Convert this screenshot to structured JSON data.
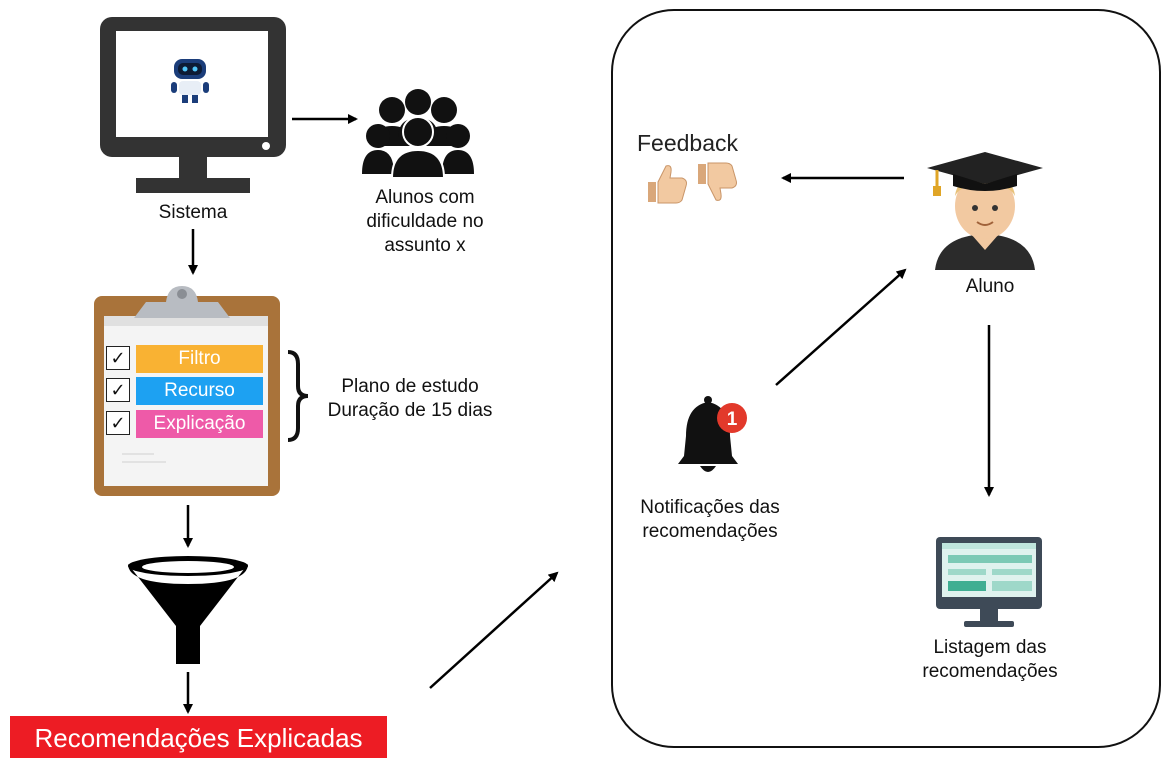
{
  "system": {
    "label": "Sistema",
    "monitor_icon": "monitor-icon",
    "robot_icon": "robot-icon"
  },
  "students_group": {
    "label_lines": [
      "Alunos com",
      "dificuldade no",
      "assunto x"
    ],
    "icon": "group-icon"
  },
  "study_plan": {
    "items": [
      {
        "label": "Filtro",
        "color": "#f9b233"
      },
      {
        "label": "Recurso",
        "color": "#1da1f2"
      },
      {
        "label": "Explicação",
        "color": "#ee5aa8"
      }
    ],
    "label_lines": [
      "Plano de estudo",
      "Duração de 15 dias"
    ],
    "icon": "clipboard-icon"
  },
  "filter": {
    "icon": "funnel-icon"
  },
  "result": {
    "label": "Recomendações Explicadas",
    "color": "#ed1c24"
  },
  "student_panel": {
    "feedback": {
      "label": "Feedback",
      "icons": [
        "thumbs-up-icon",
        "thumbs-down-icon"
      ]
    },
    "student": {
      "label": "Aluno",
      "icon": "graduate-icon"
    },
    "notifications": {
      "label_lines": [
        "Notificações das",
        "recomendações"
      ],
      "badge": "1",
      "icon": "bell-icon"
    },
    "listing": {
      "label_lines": [
        "Listagem das",
        "recomendações"
      ],
      "icon": "desktop-icon"
    }
  }
}
